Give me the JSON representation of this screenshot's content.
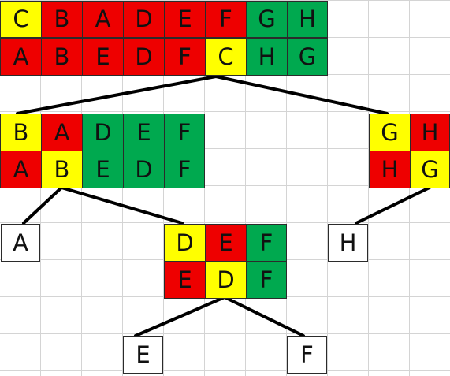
{
  "colors": {
    "red": "#ee0000",
    "yellow": "#ffff00",
    "green": "#00a94f",
    "white": "#ffffff"
  },
  "tables": [
    {
      "id": "root",
      "rows": [
        [
          {
            "t": "C",
            "c": "yellow"
          },
          {
            "t": "B",
            "c": "red"
          },
          {
            "t": "A",
            "c": "red"
          },
          {
            "t": "D",
            "c": "red"
          },
          {
            "t": "E",
            "c": "red"
          },
          {
            "t": "F",
            "c": "red"
          },
          {
            "t": "G",
            "c": "green"
          },
          {
            "t": "H",
            "c": "green"
          }
        ],
        [
          {
            "t": "A",
            "c": "red"
          },
          {
            "t": "B",
            "c": "red"
          },
          {
            "t": "E",
            "c": "red"
          },
          {
            "t": "D",
            "c": "red"
          },
          {
            "t": "F",
            "c": "red"
          },
          {
            "t": "C",
            "c": "yellow"
          },
          {
            "t": "H",
            "c": "green"
          },
          {
            "t": "G",
            "c": "green"
          }
        ]
      ]
    },
    {
      "id": "left-subtree",
      "rows": [
        [
          {
            "t": "B",
            "c": "yellow"
          },
          {
            "t": "A",
            "c": "red"
          },
          {
            "t": "D",
            "c": "green"
          },
          {
            "t": "E",
            "c": "green"
          },
          {
            "t": "F",
            "c": "green"
          }
        ],
        [
          {
            "t": "A",
            "c": "red"
          },
          {
            "t": "B",
            "c": "yellow"
          },
          {
            "t": "E",
            "c": "green"
          },
          {
            "t": "D",
            "c": "green"
          },
          {
            "t": "F",
            "c": "green"
          }
        ]
      ]
    },
    {
      "id": "right-subtree",
      "rows": [
        [
          {
            "t": "G",
            "c": "yellow"
          },
          {
            "t": "H",
            "c": "red"
          }
        ],
        [
          {
            "t": "H",
            "c": "red"
          },
          {
            "t": "G",
            "c": "yellow"
          }
        ]
      ]
    },
    {
      "id": "def-subtree",
      "rows": [
        [
          {
            "t": "D",
            "c": "yellow"
          },
          {
            "t": "E",
            "c": "red"
          },
          {
            "t": "F",
            "c": "green"
          }
        ],
        [
          {
            "t": "E",
            "c": "red"
          },
          {
            "t": "D",
            "c": "yellow"
          },
          {
            "t": "F",
            "c": "green"
          }
        ]
      ]
    }
  ],
  "leaves": [
    {
      "id": "leaf-a",
      "t": "A"
    },
    {
      "id": "leaf-h",
      "t": "H"
    },
    {
      "id": "leaf-e",
      "t": "E"
    },
    {
      "id": "leaf-f",
      "t": "F"
    }
  ]
}
